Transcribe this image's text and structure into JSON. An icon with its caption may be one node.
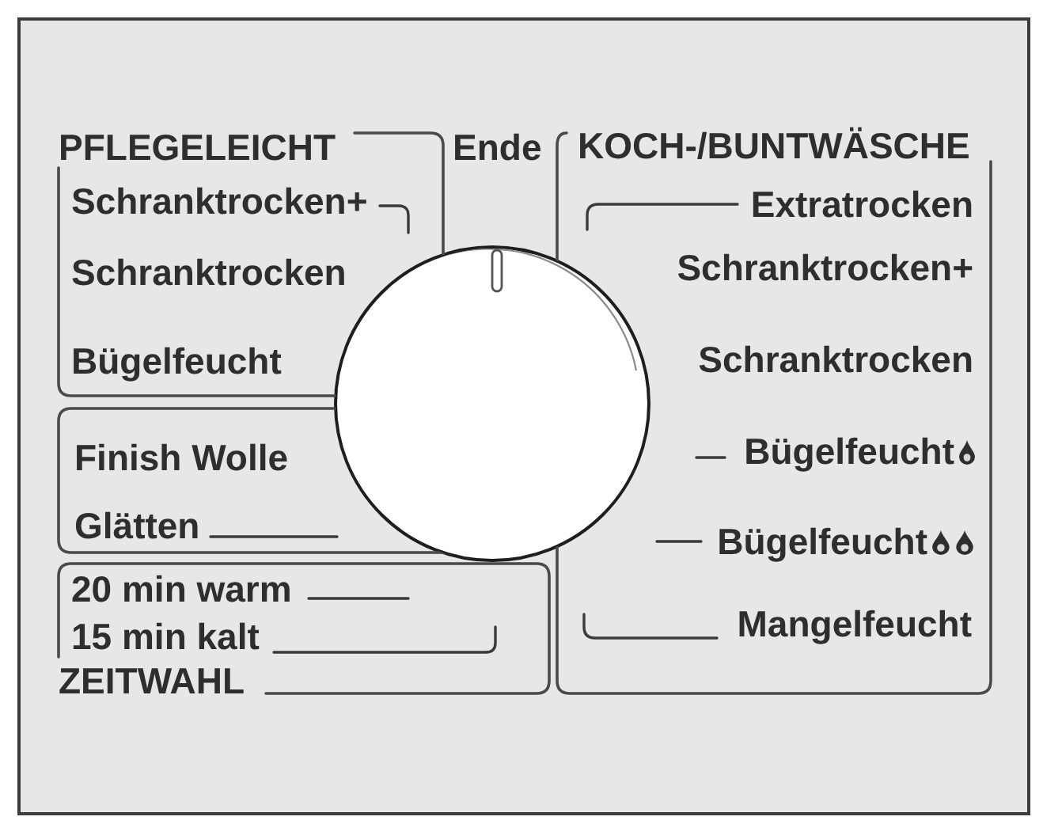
{
  "diagram": {
    "nodes": [
      {
        "text": [
          "PFLEGELEICHT",
          "Schranktrocken+",
          "Schranktrocken",
          "Bügelfeucht"
        ]
      },
      {
        "text": [
          "Finish Wolle",
          "Glätten"
        ]
      },
      {
        "text": [
          "20 min warm",
          "15 min kalt",
          "ZEITWAHL"
        ]
      },
      {
        "text": [],
        "shape": "circle"
      },
      {
        "text": [
          "KOCH-/BUNTWÄSCHE",
          "Extratrocken",
          "Schranktrocken+",
          "Schranktrocken",
          "Bügelfeucht",
          "Bügelfeucht",
          "Mangelfeucht"
        ]
      }
    ],
    "edges": [],
    "labels": [
      "Ende"
    ]
  }
}
